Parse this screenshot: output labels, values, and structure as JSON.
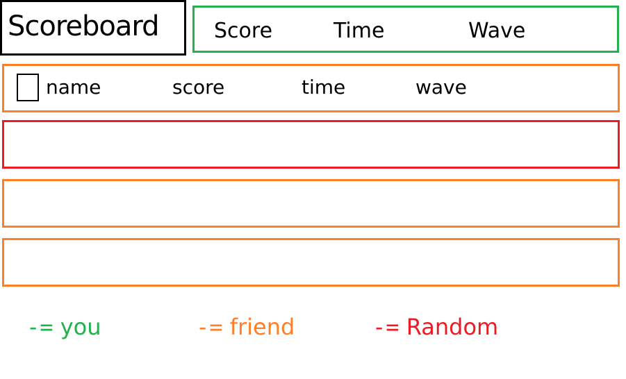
{
  "colors": {
    "you": "#22b14c",
    "friend": "#ff7f27",
    "random": "#ed1c24",
    "ink": "#000000"
  },
  "title": "Scoreboard",
  "header": {
    "columns": [
      "Score",
      "Time",
      "Wave"
    ]
  },
  "rows": [
    {
      "type": "friend",
      "has_checkbox": true,
      "cells": [
        "name",
        "score",
        "time",
        "wave"
      ]
    },
    {
      "type": "random",
      "cells": []
    },
    {
      "type": "friend",
      "cells": []
    },
    {
      "type": "friend",
      "cells": []
    }
  ],
  "legend": [
    {
      "marker": "-=",
      "label": "you",
      "type": "you"
    },
    {
      "marker": "-=",
      "label": "friend",
      "type": "friend"
    },
    {
      "marker": "-=",
      "label": "Random",
      "type": "random"
    }
  ]
}
